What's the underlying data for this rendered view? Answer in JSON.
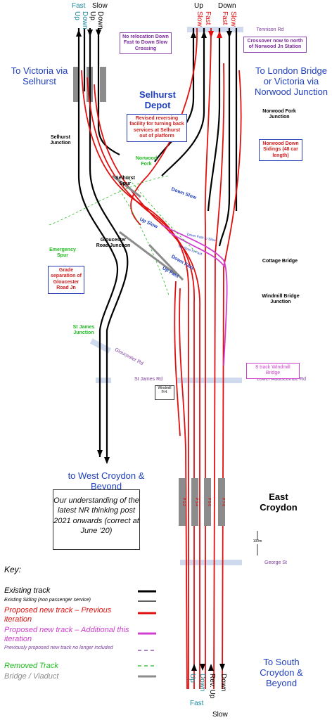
{
  "top_left_labels": {
    "fast": "Fast",
    "slow": "Slow",
    "up1": "Up",
    "down": "Down",
    "up2": "Up",
    "down2": "Down"
  },
  "top_right_labels": {
    "up": "Up",
    "down": "Down",
    "slow": "Slow",
    "fast": "Fast",
    "fast2": "Fast",
    "slow2": "Slow"
  },
  "bottom_labels": {
    "up": "Up",
    "down": "Down",
    "rev_up": "Rev. Up",
    "down2": "Down",
    "fast": "Fast",
    "slow": "Slow"
  },
  "destinations": {
    "victoria": "To Victoria via Selhurst",
    "london_bridge": "To London Bridge or Victoria via Norwood Junction",
    "west_croydon": "to West Croydon & Beyond",
    "south_croydon": "To South Croydon & Beyond"
  },
  "places": {
    "selhurst_depot": "Selhurst Depot",
    "east_croydon": "East Croydon",
    "selhurst_junction": "Selhurst Junction",
    "norwood_fork_junction": "Norwood Fork Junction",
    "selhurst_spur": "Selhurst Spur",
    "gloucester_road_junction": "Gloucester Road Junction",
    "cottage_bridge": "Cottage Bridge",
    "windmill_bridge_junction": "Windmill Bridge Junction",
    "norwood_fork": "Norwood Fork",
    "emergency_spur": "Emergency Spur",
    "st_james_junction": "St James Junction"
  },
  "roads": {
    "tennison": "Tennison Rd",
    "gloucester": "Gloucester Rd",
    "st_james": "St James Rd",
    "lower_addiscombe": "Lower Addiscombe Rd",
    "george": "George St",
    "windmill_ph": "Windmill P.H."
  },
  "track_labels": {
    "down_slow": "Down Slow",
    "up_slow": "Up Slow",
    "down_fast": "Down Fast",
    "up_fast": "Up Fast",
    "down_fast_to_slow": "Down Fast to Slow",
    "up_slow_to_fast": "Up Slow to Fast"
  },
  "notes": {
    "no_relocation": "No relocation Down Fast to Down Slow Crossing",
    "revised_reversing": "Revised reversing facility for turning back services at Selhurst out of platform",
    "norwood_sidings": "Norwood Down Sidings (48 car length)",
    "crossover": "Crossover now to north of Norwood Jn Station",
    "grade_separation": "Grade separation of Gloucester Road Jn",
    "windmill_bridge": "8 track Windmill Bridge"
  },
  "understanding": "Our understanding of the latest NR thinking post 2021 onwards (correct at June '20)",
  "scale": "100m",
  "platforms": [
    "P 1-2",
    "P 3-4",
    "P 5-6",
    "P 7-8"
  ],
  "key": {
    "title": "Key:",
    "items": [
      {
        "label": "Existing track",
        "color": "#000000",
        "style": "solid-thick"
      },
      {
        "label": "Existing Siding (non passenger service)",
        "color": "#000000",
        "style": "solid-thin"
      },
      {
        "label": "Proposed new track – Previous iteration",
        "color": "#e01010",
        "style": "solid-thick"
      },
      {
        "label": "Proposed new track – Additional this iteration",
        "color": "#d040d0",
        "style": "solid-thick"
      },
      {
        "label": "Previously proposed new track no longer included",
        "color": "#7a3aa0",
        "style": "dashed"
      },
      {
        "label": "Removed Track",
        "color": "#22bb22",
        "style": "dashed"
      },
      {
        "label": "Bridge / Viaduct",
        "color": "#8c8c8c",
        "style": "solid-thick"
      }
    ]
  },
  "colors": {
    "existing": "#000000",
    "proposed": "#e01010",
    "additional": "#d040d0",
    "removed": "#22bb22",
    "bridge": "#8c8c8c",
    "road": "#c8d4ec",
    "blue_text": "#1f3fbf"
  }
}
